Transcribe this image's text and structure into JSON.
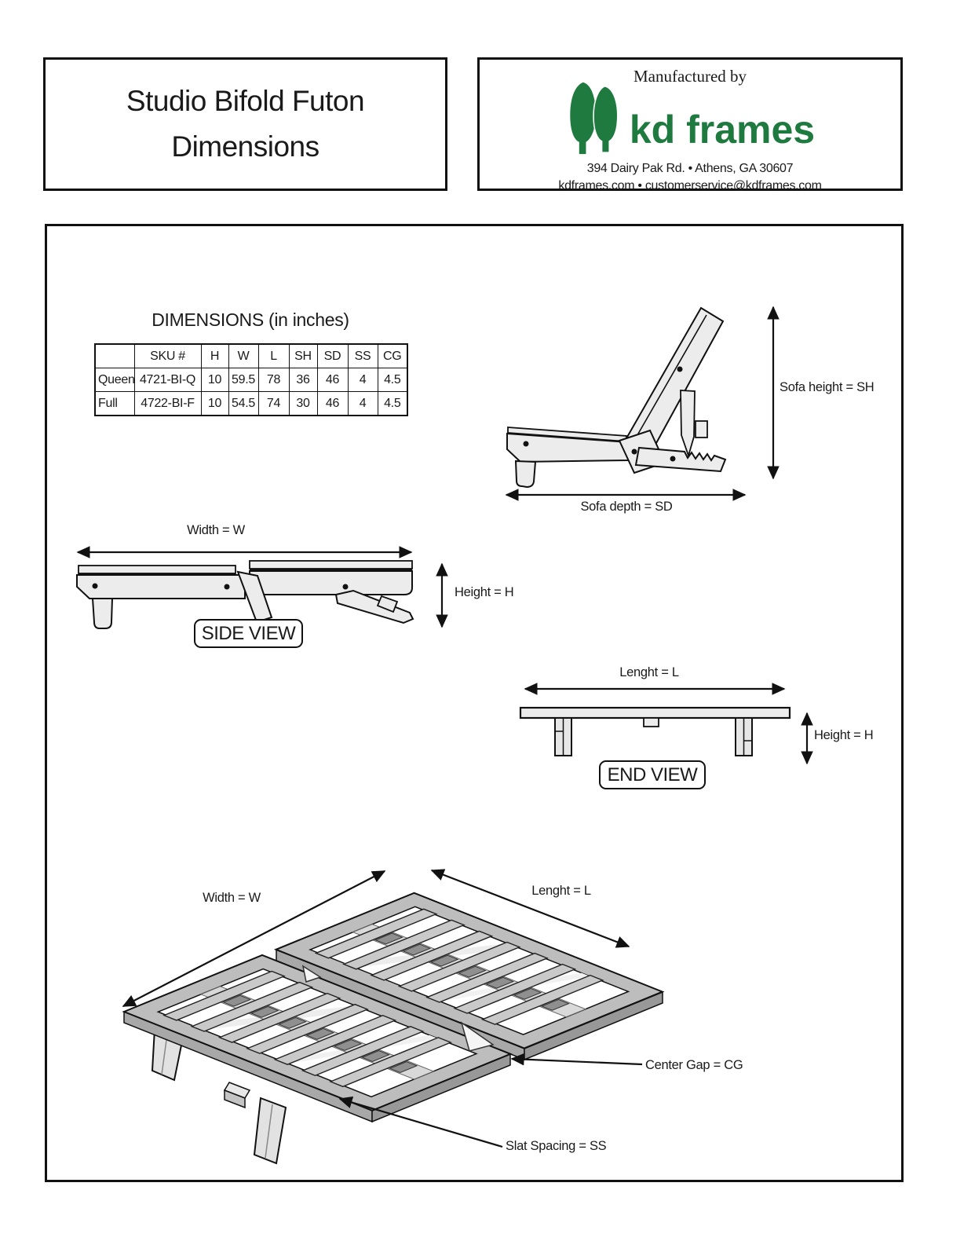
{
  "header": {
    "title_line1": "Studio Bifold Futon",
    "title_line2": "Dimensions",
    "manufactured_by": "Manufactured by",
    "brand": "kd frames",
    "brand_color": "#1e7a3e",
    "address": "394 Dairy Pak Rd. • Athens, GA  30607",
    "contact": "kdframes.com • customerservice@kdframes.com"
  },
  "dimensions_table": {
    "title": "DIMENSIONS (in inches)",
    "columns": [
      "",
      "SKU #",
      "H",
      "W",
      "L",
      "SH",
      "SD",
      "SS",
      "CG"
    ],
    "rows": [
      [
        "Queen",
        "4721-BI-Q",
        "10",
        "59.5",
        "78",
        "36",
        "46",
        "4",
        "4.5"
      ],
      [
        "Full",
        "4722-BI-F",
        "10",
        "54.5",
        "74",
        "30",
        "46",
        "4",
        "4.5"
      ]
    ]
  },
  "labels": {
    "sofa_height": "Sofa height = SH",
    "sofa_depth": "Sofa depth = SD",
    "side_width": "Width = W",
    "side_height": "Height = H",
    "side_view": "SIDE VIEW",
    "end_length": "Lenght = L",
    "end_height": "Height = H",
    "end_view": "END VIEW",
    "iso_width": "Width = W",
    "iso_length": "Lenght = L",
    "center_gap": "Center Gap = CG",
    "slat_spacing": "Slat Spacing = SS"
  }
}
